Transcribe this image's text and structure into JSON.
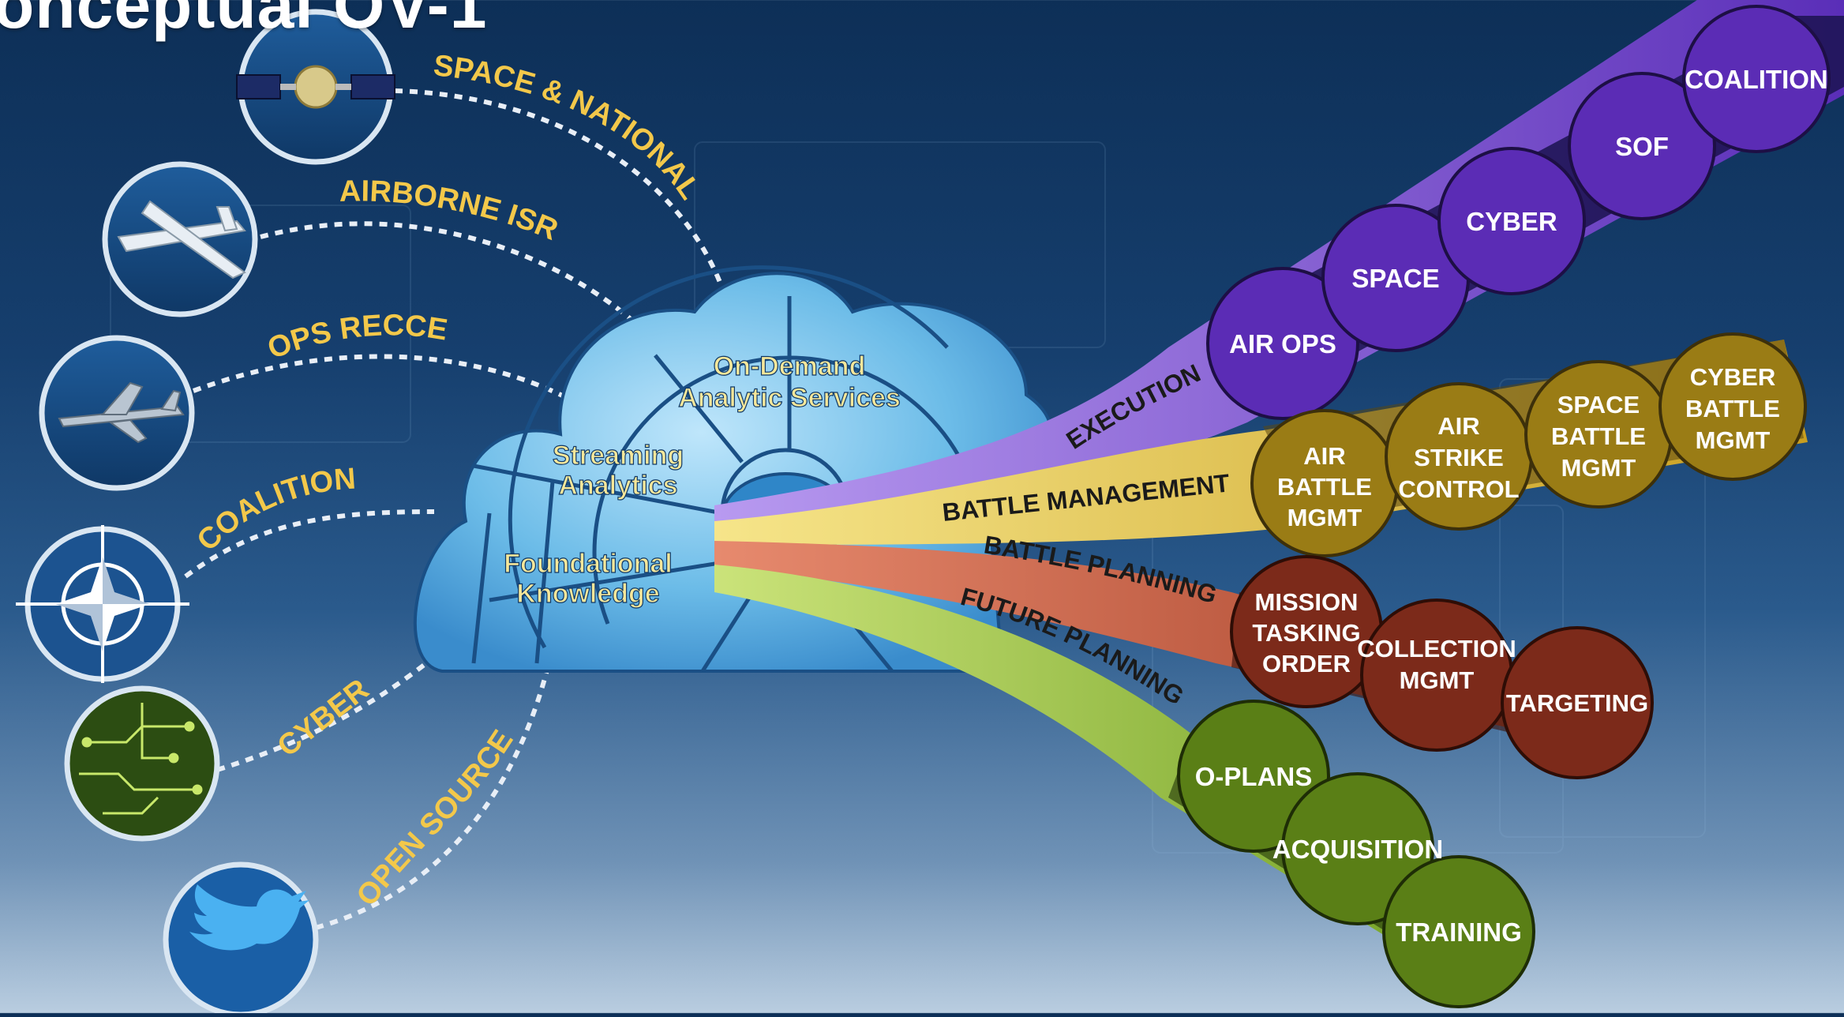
{
  "title": "onceptual OV-1",
  "colors": {
    "source_label": "#f3c84a",
    "execution": "#6a38c8",
    "battle_management": "#d6b22c",
    "battle_planning": "#b8452d",
    "future_planning": "#7fae26",
    "cloud": "#5ab0e2"
  },
  "sources": [
    {
      "label": "SPACE & NATIONAL",
      "icon": "satellite-icon"
    },
    {
      "label": "AIRBORNE ISR",
      "icon": "uav-icon"
    },
    {
      "label": "OPS RECCE",
      "icon": "fighter-jet-icon"
    },
    {
      "label": "COALITION",
      "icon": "compass-star-icon"
    },
    {
      "label": "CYBER",
      "icon": "circuit-board-icon"
    },
    {
      "label": "OPEN SOURCE",
      "icon": "bird-icon"
    }
  ],
  "cloud": {
    "on_demand": [
      "On-Demand",
      "Analytic Services"
    ],
    "streaming": [
      "Streaming",
      "Analytics"
    ],
    "foundational": [
      "Foundational",
      "Knowledge"
    ]
  },
  "streams": {
    "execution": {
      "label": "EXECUTION",
      "nodes": [
        [
          "AIR OPS"
        ],
        [
          "SPACE"
        ],
        [
          "CYBER"
        ],
        [
          "SOF"
        ],
        [
          "COALITION"
        ]
      ]
    },
    "battle_management": {
      "label": "BATTLE MANAGEMENT",
      "nodes": [
        [
          "AIR",
          "BATTLE",
          "MGMT"
        ],
        [
          "AIR",
          "STRIKE",
          "CONTROL"
        ],
        [
          "SPACE",
          "BATTLE",
          "MGMT"
        ],
        [
          "CYBER",
          "BATTLE",
          "MGMT"
        ]
      ]
    },
    "battle_planning": {
      "label": "BATTLE PLANNING",
      "nodes": [
        [
          "MISSION",
          "TASKING",
          "ORDER"
        ],
        [
          "COLLECTION",
          "MGMT"
        ],
        [
          "TARGETING"
        ]
      ]
    },
    "future_planning": {
      "label": "FUTURE PLANNING",
      "nodes": [
        [
          "O-PLANS"
        ],
        [
          "ACQUISITION"
        ],
        [
          "TRAINING"
        ]
      ]
    }
  }
}
